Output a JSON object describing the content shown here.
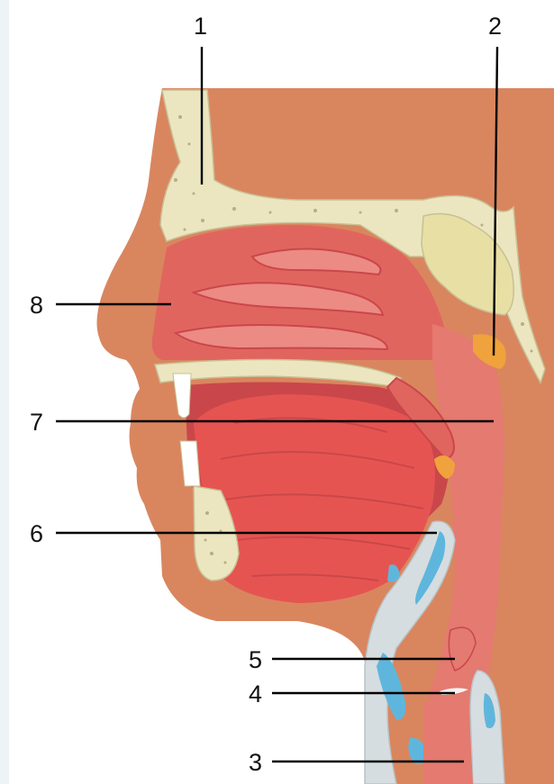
{
  "labels": [
    {
      "id": "label-1",
      "text": "1"
    },
    {
      "id": "label-2",
      "text": "2"
    },
    {
      "id": "label-3",
      "text": "3"
    },
    {
      "id": "label-4",
      "text": "4"
    },
    {
      "id": "label-5",
      "text": "5"
    },
    {
      "id": "label-6",
      "text": "6"
    },
    {
      "id": "label-7",
      "text": "7"
    },
    {
      "id": "label-8",
      "text": "8"
    }
  ],
  "colors": {
    "skin": "#d9865f",
    "bone": "#ebe6c0",
    "bone_dots": "#b8ad84",
    "sinus": "#e7dfa4",
    "mucosa": "#e1655f",
    "mucosa_light": "#ec8a84",
    "mucosa_dark": "#c9474a",
    "tongue": "#e65451",
    "cartilage": "#d6dde0",
    "cartilage_blue": "#5fb6dc",
    "tonsil": "#f0a23c",
    "background_tint": "#f4f7f9"
  }
}
